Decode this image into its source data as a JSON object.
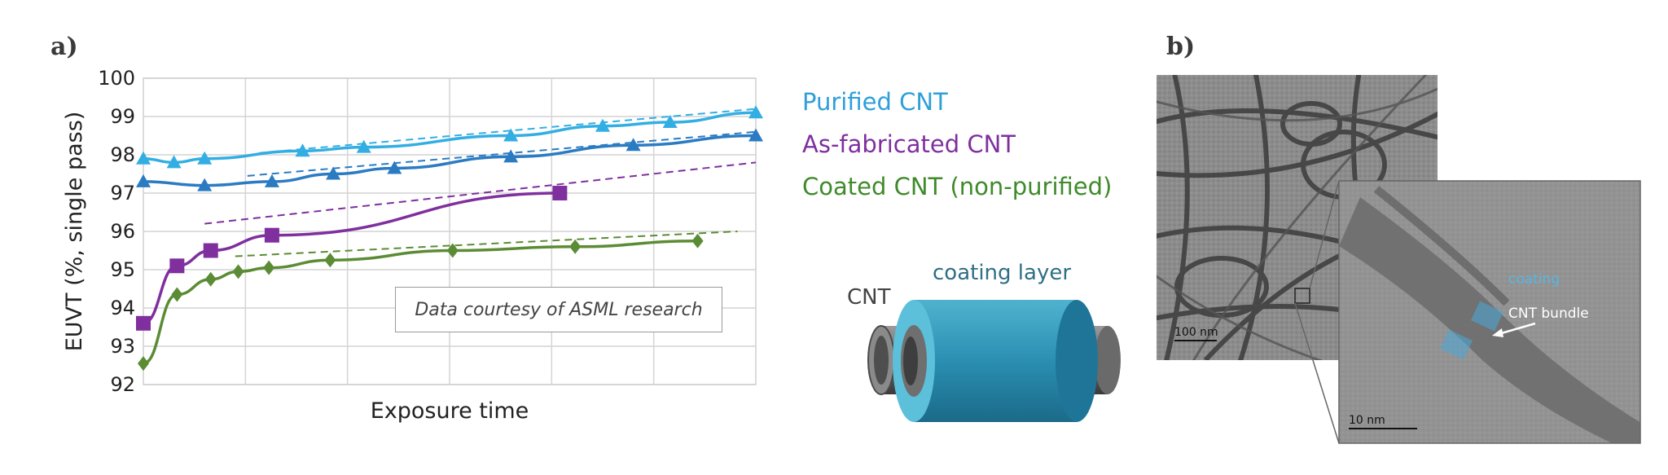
{
  "panels": {
    "a_label": "a)",
    "b_label": "b)"
  },
  "colors": {
    "purified": "#33aee3",
    "purified_dark": "#2b7bc3",
    "asfab": "#7f2f9e",
    "coated": "#5b8c35",
    "coating_text": "#2f6f86",
    "micro_blue": "#4aa8d8"
  },
  "legend": {
    "purified": "Purified CNT",
    "asfab": "As-fabricated CNT",
    "coated": "Coated CNT (non-purified)"
  },
  "courtesy": "Data courtesy of ASML research",
  "illustration": {
    "cnt_label": "CNT",
    "coating_label": "coating layer"
  },
  "micrograph": {
    "scale_main": "100 nm",
    "scale_inset": "10 nm",
    "coating_label": "coating",
    "bundle_label": "CNT bundle"
  },
  "chart_data": {
    "type": "line",
    "title": "",
    "xlabel": "Exposure time",
    "ylabel": "EUVT (%, single pass)",
    "ylim": [
      92,
      100
    ],
    "xlim": [
      0,
      1
    ],
    "yticks": [
      92,
      93,
      94,
      95,
      96,
      97,
      98,
      99,
      100
    ],
    "x_tick_labels": [],
    "grid": true,
    "legend_position": "right",
    "series": [
      {
        "name": "Purified CNT",
        "marker": "triangle",
        "color": "#33aee3",
        "x": [
          0,
          0.05,
          0.1,
          0.26,
          0.36,
          0.6,
          0.75,
          0.86,
          1.0
        ],
        "y": [
          97.9,
          97.8,
          97.9,
          98.1,
          98.2,
          98.5,
          98.75,
          98.85,
          99.1
        ],
        "trend": {
          "x": [
            0.19,
            1.0
          ],
          "y": [
            98.05,
            99.2
          ]
        }
      },
      {
        "name": "Purified CNT",
        "marker": "triangle",
        "color": "#2b7bc3",
        "x": [
          0,
          0.1,
          0.21,
          0.31,
          0.41,
          0.6,
          0.8,
          1.0
        ],
        "y": [
          97.3,
          97.2,
          97.3,
          97.5,
          97.65,
          97.95,
          98.25,
          98.5
        ],
        "trend": {
          "x": [
            0.17,
            1.0
          ],
          "y": [
            97.45,
            98.6
          ]
        }
      },
      {
        "name": "As-fabricated CNT",
        "marker": "square",
        "color": "#7f2f9e",
        "x": [
          0,
          0.055,
          0.11,
          0.21,
          0.68
        ],
        "y": [
          93.6,
          95.1,
          95.5,
          95.9,
          97.0
        ],
        "trend": {
          "x": [
            0.1,
            1.0
          ],
          "y": [
            96.2,
            97.8
          ]
        }
      },
      {
        "name": "Coated CNT (non-purified)",
        "marker": "diamond",
        "color": "#5b8c35",
        "x": [
          0,
          0.055,
          0.11,
          0.155,
          0.205,
          0.305,
          0.505,
          0.705,
          0.905
        ],
        "y": [
          92.55,
          94.35,
          94.75,
          94.95,
          95.05,
          95.25,
          95.5,
          95.6,
          95.75
        ],
        "trend": {
          "x": [
            0.15,
            0.97
          ],
          "y": [
            95.35,
            96.0
          ]
        }
      }
    ]
  }
}
